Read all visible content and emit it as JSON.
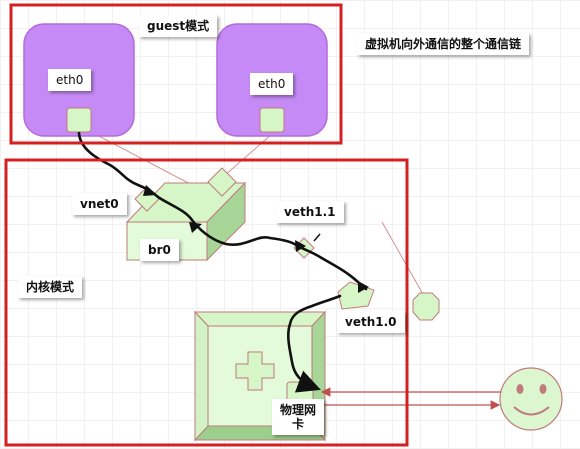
{
  "labels": {
    "guest_mode": "guest模式",
    "comm_chain": "虚拟机向外通信的整个通信链",
    "kernel_mode": "内核模式",
    "vm1_eth0": "eth0",
    "vm2_eth0": "eth0",
    "vnet0": "vnet0",
    "br0": "br0",
    "veth1_1": "veth1.1",
    "veth1_0": "veth1.0",
    "physical_nic_line1": "物理网",
    "physical_nic_line2": "卡"
  },
  "colors": {
    "frame_red": "#d42020",
    "vm_fill": "#c58af5",
    "vm_stroke": "#b46ad8",
    "node_fill": "#d6f6c8",
    "node_dark": "#a8d698",
    "node_stroke": "#c07b7b",
    "path_black": "#111111",
    "smiley_fill": "#dcf7cf"
  }
}
